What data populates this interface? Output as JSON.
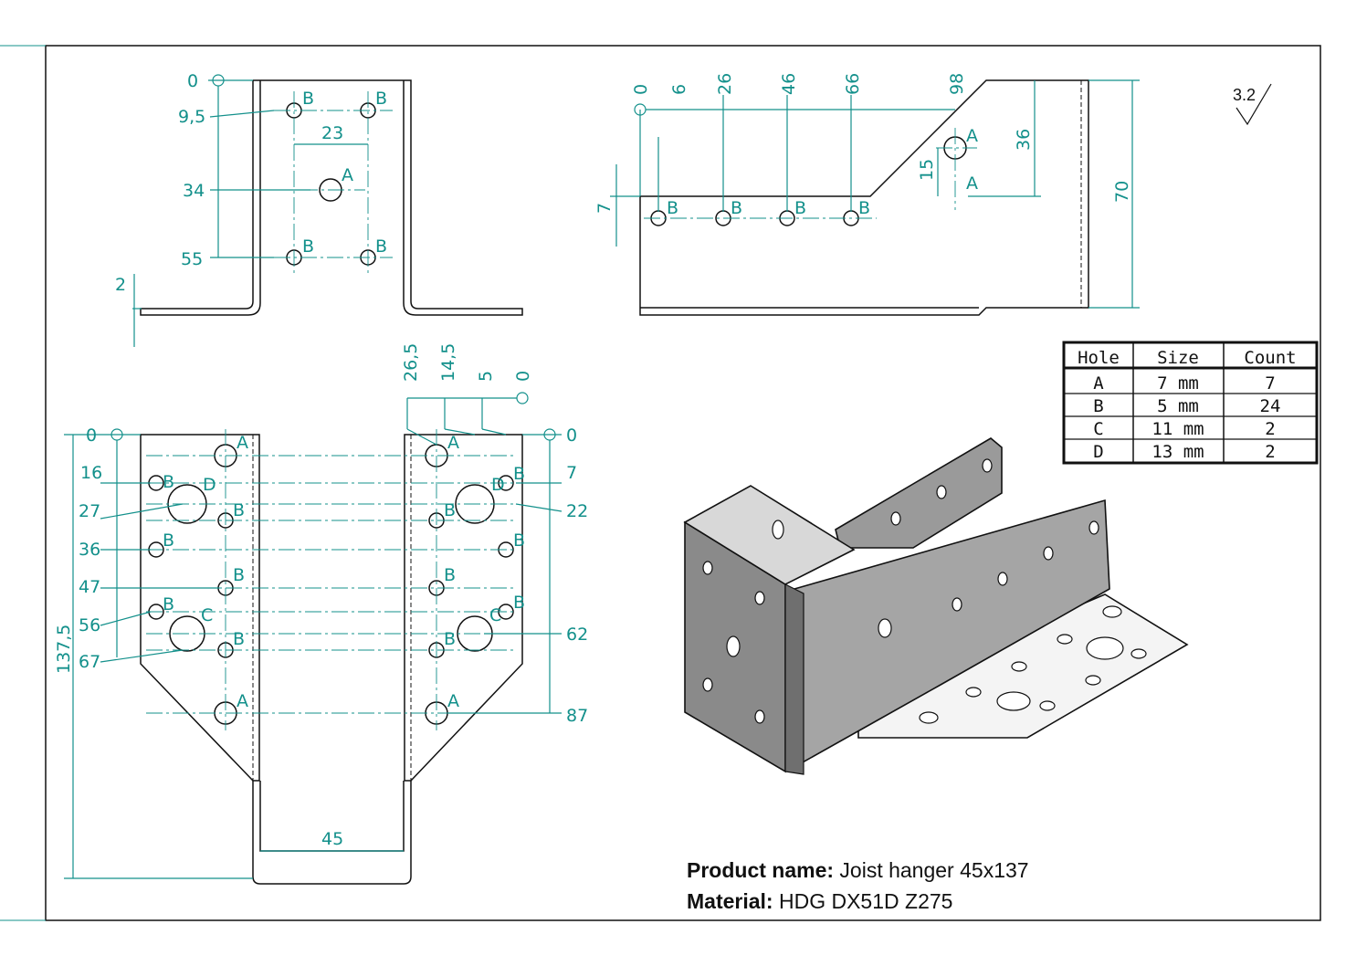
{
  "product": {
    "name_label": "Product name:",
    "name_value": "Joist hanger 45x137",
    "material_label": "Material:",
    "material_value": "HDG DX51D Z275"
  },
  "roughness": "3.2",
  "hole_table": {
    "headers": [
      "Hole",
      "Size",
      "Count"
    ],
    "rows": [
      [
        "A",
        "7 mm",
        "7"
      ],
      [
        "B",
        "5 mm",
        "24"
      ],
      [
        "C",
        "11 mm",
        "2"
      ],
      [
        "D",
        "13 mm",
        "2"
      ]
    ]
  },
  "top_left_view": {
    "dims_vertical": [
      "0",
      "9,5",
      "34",
      "55",
      "2"
    ],
    "dim_horizontal": "23",
    "hole_labels": [
      "B",
      "B",
      "A",
      "B",
      "B"
    ]
  },
  "top_right_view": {
    "dims_horizontal": [
      "0",
      "6",
      "26",
      "46",
      "66",
      "98"
    ],
    "dims_vertical": [
      "36",
      "15",
      "7",
      "70"
    ],
    "hole_labels": [
      "A",
      "A",
      "B",
      "B",
      "B",
      "B"
    ]
  },
  "flat_pattern_view": {
    "dims_left": [
      "0",
      "16",
      "27",
      "36",
      "47",
      "56",
      "67"
    ],
    "dims_right": [
      "0",
      "7",
      "22",
      "62",
      "87"
    ],
    "dims_top": [
      "26,5",
      "14,5",
      "5",
      "0"
    ],
    "dim_total": "137,5",
    "dim_bottom": "45",
    "hole_labels": [
      "A",
      "B",
      "D",
      "B",
      "B",
      "B",
      "B",
      "C",
      "B",
      "A",
      "A",
      "B",
      "D",
      "B",
      "B",
      "B",
      "B",
      "C",
      "B",
      "A"
    ]
  },
  "colors": {
    "dimension": "#13908b",
    "outline": "#111111",
    "frame": "#111111"
  }
}
